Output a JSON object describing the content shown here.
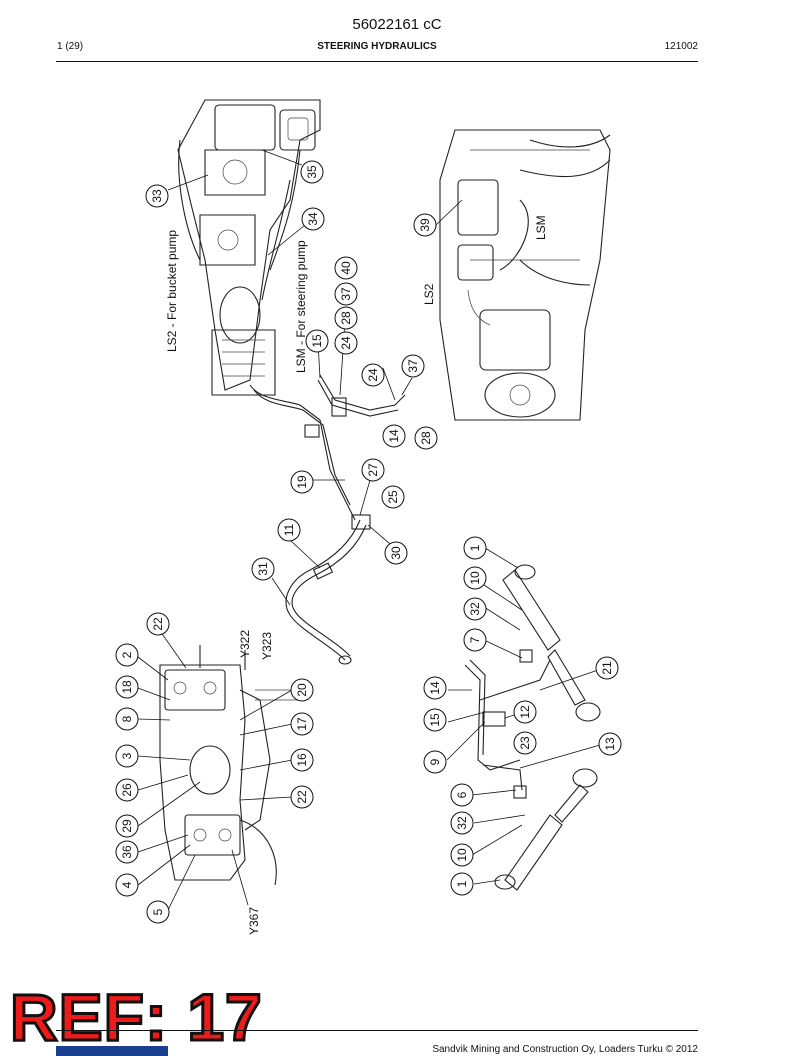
{
  "header": {
    "doc_number": "56022161 cC",
    "page": "1 (29)",
    "title": "STEERING HYDRAULICS",
    "date_code": "121002"
  },
  "diagram": {
    "labels": {
      "ls2_bucket": "LS2 - For bucket pump",
      "lsm_steering": "LSM - For steering pump",
      "ls2": "LS2",
      "lsm": "LSM",
      "y322": "Y322",
      "y323": "Y323",
      "y367": "Y367"
    },
    "callouts": [
      "35",
      "33",
      "34",
      "40",
      "37",
      "28",
      "24",
      "15",
      "24",
      "37",
      "14",
      "28",
      "19",
      "27",
      "25",
      "11",
      "30",
      "31",
      "39",
      "1",
      "10",
      "32",
      "7",
      "21",
      "14",
      "12",
      "15",
      "23",
      "9",
      "13",
      "6",
      "32",
      "10",
      "1",
      "22",
      "2",
      "18",
      "8",
      "3",
      "26",
      "29",
      "36",
      "4",
      "5",
      "20",
      "17",
      "16",
      "22"
    ]
  },
  "stamp": {
    "text": "REF: 17"
  },
  "footer": {
    "text": "Sandvik Mining and Construction Oy, Loaders Turku © 2012"
  }
}
